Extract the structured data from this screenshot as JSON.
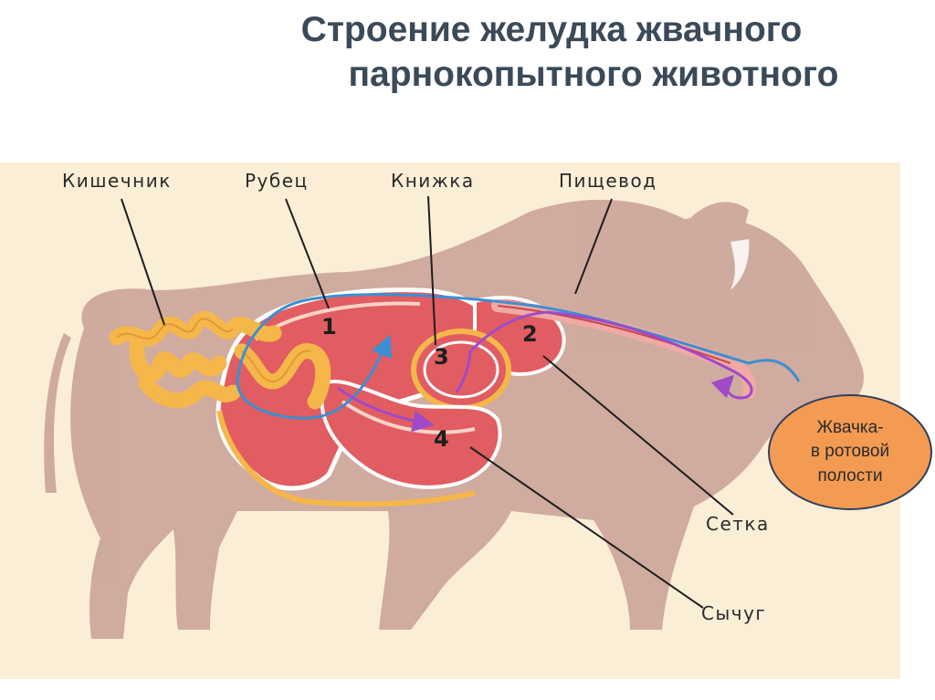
{
  "title": {
    "line1": "Строение желудка жвачного",
    "line2": "парнокопытного животного"
  },
  "labels": {
    "intestine": "Кишечник",
    "rumen": "Рубец",
    "omasum": "Книжка",
    "esophagus": "Пищевод",
    "reticulum": "Сетка",
    "abomasum": "Сычуг"
  },
  "numbers": {
    "n1": "1",
    "n2": "2",
    "n3": "3",
    "n4": "4"
  },
  "callout": {
    "line1": "Жвачка-",
    "line2": "в ротовой",
    "line3": "полости"
  },
  "colors": {
    "background": "#fbeed7",
    "animal": "#c69c93",
    "stomach": "#e15d61",
    "intestine": "#f5b74a",
    "blue_arrow": "#3c8fd2",
    "purple_arrow": "#a04ac8",
    "callout_fill": "#f39b52",
    "title": "#3b4a59"
  }
}
